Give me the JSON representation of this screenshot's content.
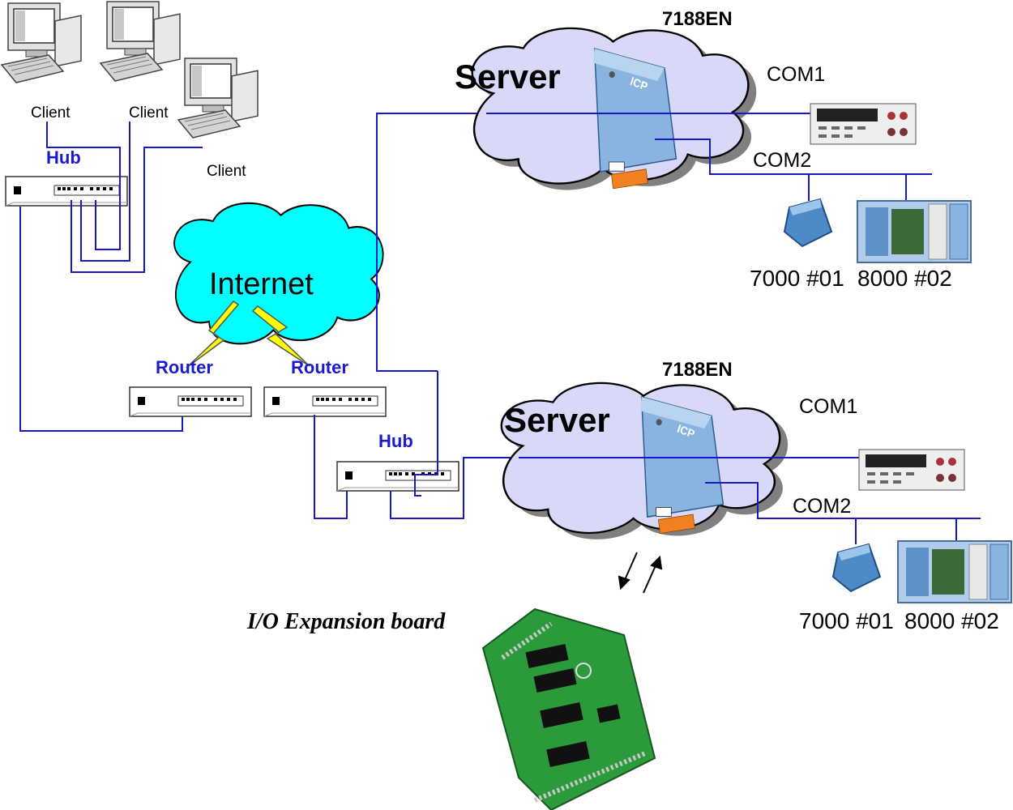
{
  "labels": {
    "client_1": "Client",
    "client_2": "Client",
    "client_3": "Client",
    "hub_top": "Hub",
    "internet": "Internet",
    "router_left": "Router",
    "router_right": "Router",
    "hub_bottom": "Hub",
    "server_top": {
      "model": "7188EN",
      "title": "Server",
      "com1": "COM1",
      "com2": "COM2",
      "module_a": "7000 #01",
      "module_b": "8000 #02"
    },
    "server_bottom": {
      "model": "7188EN",
      "title": "Server",
      "com1": "COM1",
      "com2": "COM2",
      "module_a": "7000 #01",
      "module_b": "8000 #02"
    },
    "io_board": "I/O Expansion board"
  },
  "colors": {
    "link_line": "#1818c8",
    "cloud_internet": "#00ffff",
    "cloud_server": "#d8d8f8",
    "label_blue": "#1a1ad0",
    "lightning": "#ffff00"
  }
}
